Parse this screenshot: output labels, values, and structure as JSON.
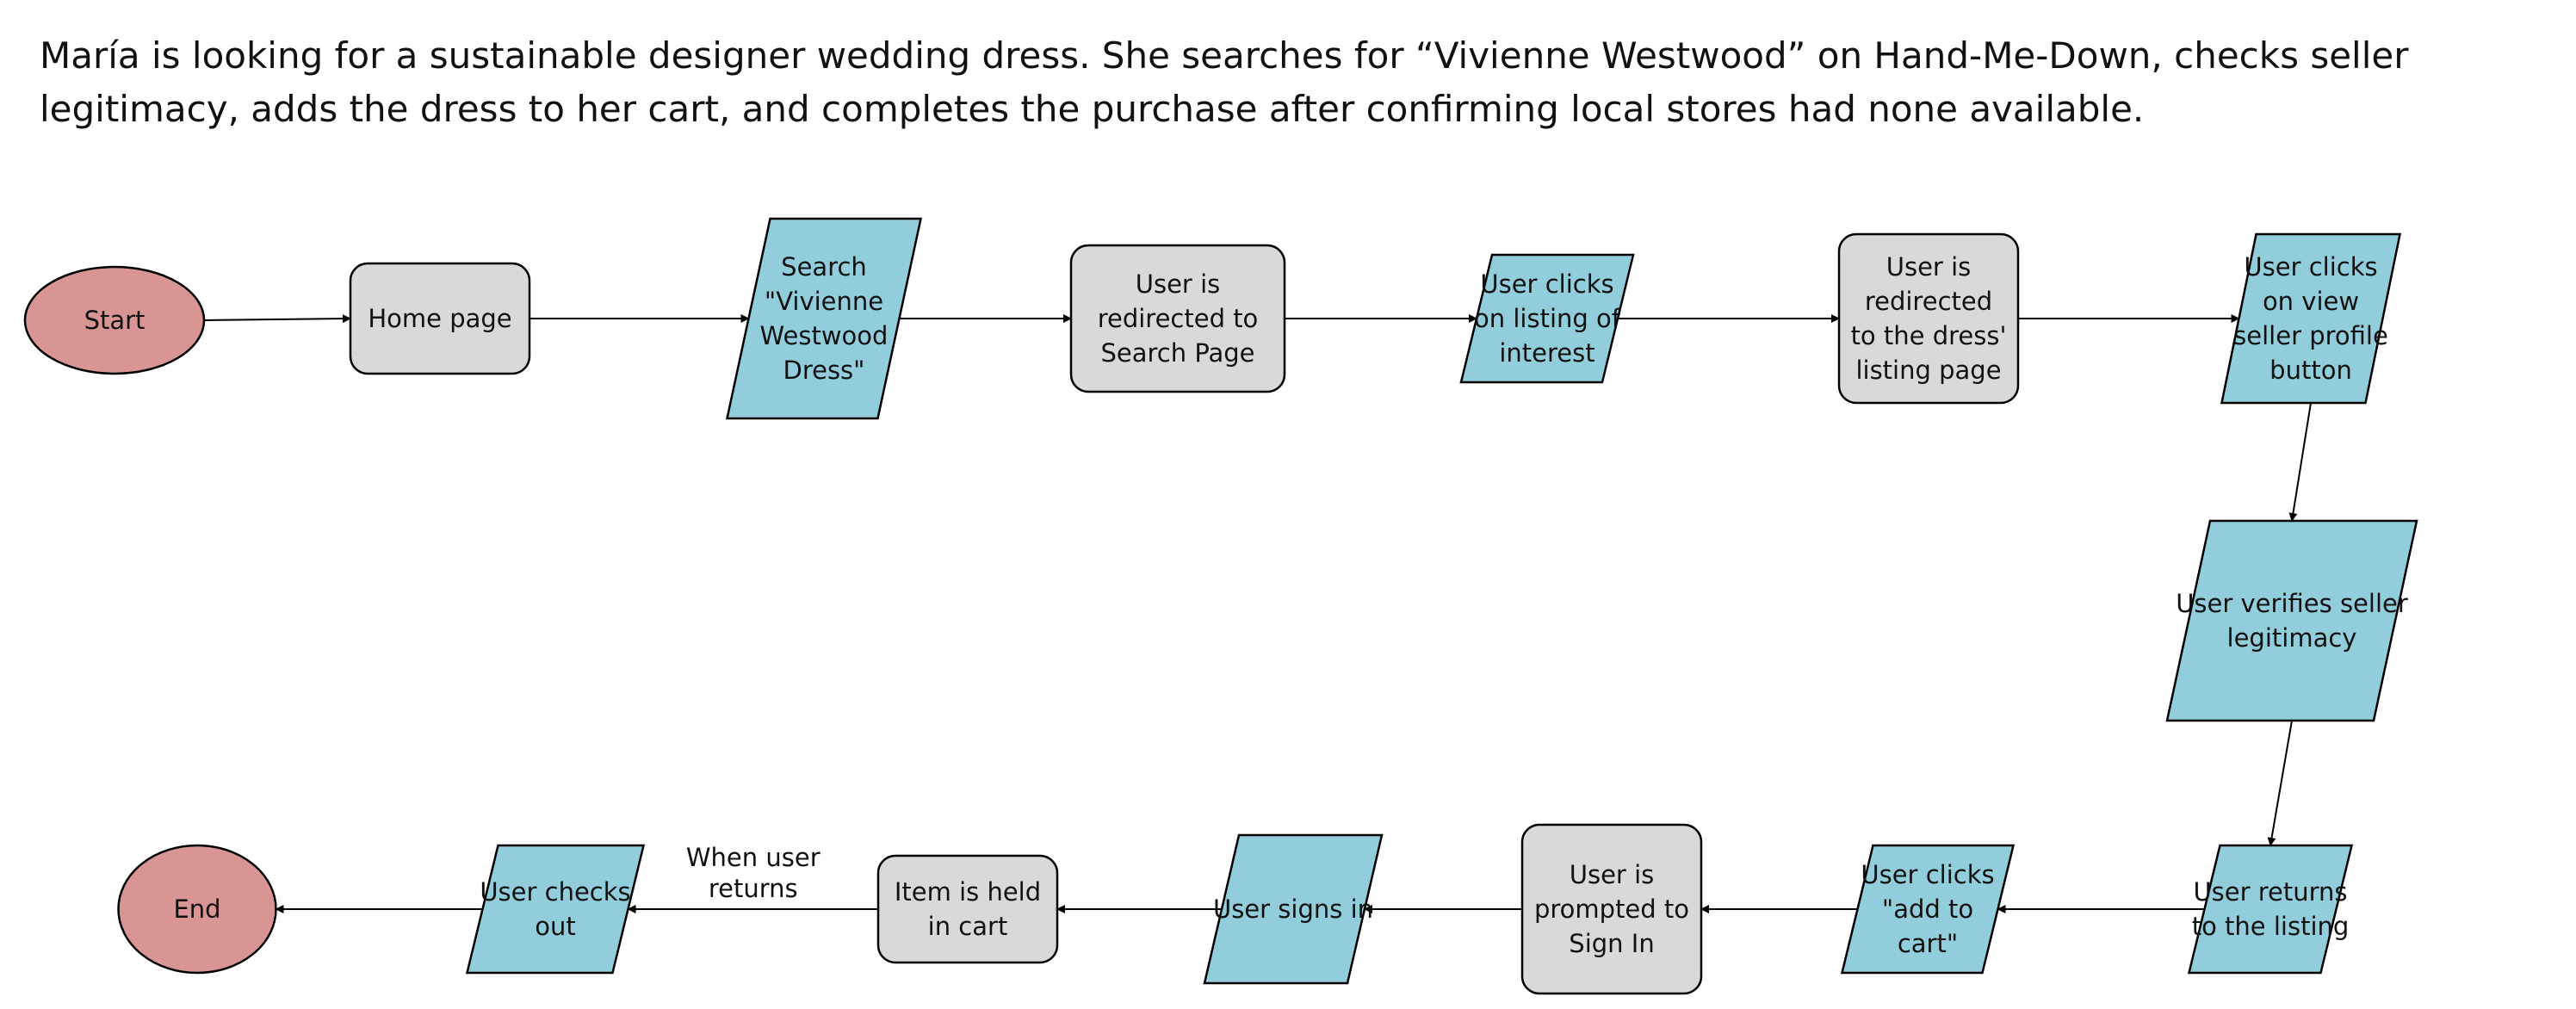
{
  "scenario": "María is looking for a sustainable designer wedding dress. She searches for “Vivienne Westwood” on Hand-Me-Down, checks seller legitimacy, adds the dress to her cart, and completes the purchase after confirming local stores had none available.",
  "colors": {
    "terminal": "#d99594",
    "action": "#92cddc",
    "page": "#d9d9d9",
    "stroke": "#000000",
    "edge": "#000000"
  },
  "nodes": [
    {
      "id": "start",
      "shape": "terminal",
      "lines": [
        "Start"
      ]
    },
    {
      "id": "home",
      "shape": "page",
      "lines": [
        "Home page"
      ]
    },
    {
      "id": "search",
      "shape": "action",
      "lines": [
        "Search",
        "\"Vivienne",
        "Westwood",
        "Dress\""
      ]
    },
    {
      "id": "search-page",
      "shape": "page",
      "lines": [
        "User is",
        "redirected to",
        "Search Page"
      ]
    },
    {
      "id": "clicks-listing",
      "shape": "action",
      "lines": [
        "User clicks",
        "on listing of",
        "interest"
      ]
    },
    {
      "id": "listing-page",
      "shape": "page",
      "lines": [
        "User is",
        "redirected",
        "to the dress'",
        "listing page"
      ]
    },
    {
      "id": "view-seller",
      "shape": "action",
      "lines": [
        "User clicks",
        "on view",
        "seller profile",
        "button"
      ]
    },
    {
      "id": "verify-seller",
      "shape": "action",
      "lines": [
        "User verifies seller",
        "legitimacy"
      ]
    },
    {
      "id": "returns-listing",
      "shape": "action",
      "lines": [
        "User returns",
        "to the listing"
      ]
    },
    {
      "id": "add-to-cart",
      "shape": "action",
      "lines": [
        "User clicks",
        "\"add to",
        "cart\""
      ]
    },
    {
      "id": "prompted-signin",
      "shape": "page",
      "lines": [
        "User is",
        "prompted to",
        "Sign In"
      ]
    },
    {
      "id": "signs-in",
      "shape": "action",
      "lines": [
        "User signs in"
      ]
    },
    {
      "id": "held-in-cart",
      "shape": "page",
      "lines": [
        "Item is held",
        "in cart"
      ]
    },
    {
      "id": "checks-out",
      "shape": "action",
      "lines": [
        "User checks",
        "out"
      ]
    },
    {
      "id": "end",
      "shape": "terminal",
      "lines": [
        "End"
      ]
    }
  ],
  "edges": [
    {
      "from": "start",
      "to": "home"
    },
    {
      "from": "home",
      "to": "search"
    },
    {
      "from": "search",
      "to": "search-page"
    },
    {
      "from": "search-page",
      "to": "clicks-listing"
    },
    {
      "from": "clicks-listing",
      "to": "listing-page"
    },
    {
      "from": "listing-page",
      "to": "view-seller"
    },
    {
      "from": "view-seller",
      "to": "verify-seller"
    },
    {
      "from": "verify-seller",
      "to": "returns-listing"
    },
    {
      "from": "returns-listing",
      "to": "add-to-cart"
    },
    {
      "from": "add-to-cart",
      "to": "prompted-signin"
    },
    {
      "from": "prompted-signin",
      "to": "signs-in"
    },
    {
      "from": "signs-in",
      "to": "held-in-cart"
    },
    {
      "from": "held-in-cart",
      "to": "checks-out",
      "label": [
        "When user",
        "returns"
      ]
    },
    {
      "from": "checks-out",
      "to": "end"
    }
  ]
}
